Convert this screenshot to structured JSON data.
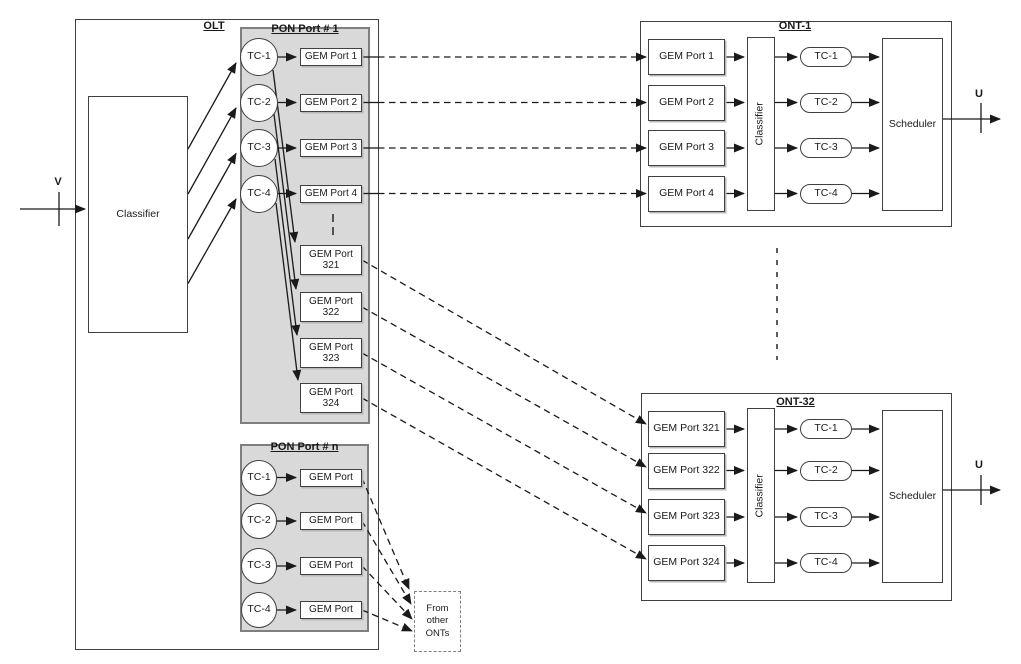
{
  "diagram": {
    "olt": {
      "title": "OLT",
      "input_label": "V",
      "classifier_label": "Classifier",
      "pon_port_1": {
        "title": "PON Port # 1",
        "tcs": [
          "TC-1",
          "TC-2",
          "TC-3",
          "TC-4"
        ],
        "gem_ports_low": [
          "GEM Port 1",
          "GEM Port 2",
          "GEM Port 3",
          "GEM Port 4"
        ],
        "gem_ports_high": [
          "GEM Port 321",
          "GEM Port 322",
          "GEM Port 323",
          "GEM Port 324"
        ]
      },
      "pon_port_n": {
        "title": "PON Port # n",
        "tcs": [
          "TC-1",
          "TC-2",
          "TC-3",
          "TC-4"
        ],
        "gem_ports": [
          "GEM Port",
          "GEM Port",
          "GEM Port",
          "GEM Port"
        ]
      }
    },
    "ont_1": {
      "title": "ONT-1",
      "gem_ports": [
        "GEM Port 1",
        "GEM Port 2",
        "GEM Port 3",
        "GEM Port 4"
      ],
      "classifier_label": "Classifier",
      "tcs": [
        "TC-1",
        "TC-2",
        "TC-3",
        "TC-4"
      ],
      "scheduler_label": "Scheduler",
      "output_label": "U"
    },
    "ont_32": {
      "title": "ONT-32",
      "gem_ports": [
        "GEM Port 321",
        "GEM Port 322",
        "GEM Port 323",
        "GEM Port 324"
      ],
      "classifier_label": "Classifier",
      "tcs": [
        "TC-1",
        "TC-2",
        "TC-3",
        "TC-4"
      ],
      "scheduler_label": "Scheduler",
      "output_label": "U"
    },
    "from_other_onts": "From other ONTs"
  },
  "colors": {
    "background": "#ffffff",
    "pon_fill": "#d9d9d9",
    "pon_border": "#7f7f7f",
    "box_border": "#404040",
    "line": "#1a1a1a"
  }
}
